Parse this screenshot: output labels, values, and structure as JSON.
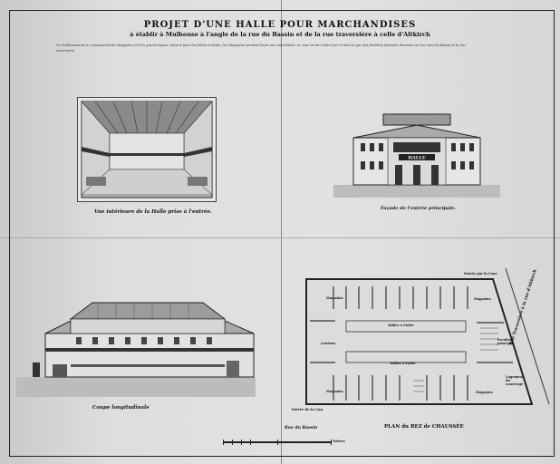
{
  "title": "PROJET D'UNE HALLE POUR MARCHANDISES",
  "subtitle": "à établir à Mulhouse à l'angle de la rue du Bassin et de la rue traversière à celle d'Altkirch",
  "description": "Ce établissement se composerait de Magasins et d'un grand espace couvert pour les tables à étaler; les Magasins seraient loués aux marchands. Le tout serait éclairé par le haut et par des fenêtres latérales donnant sur les rues du Bassin et la rue traversière.",
  "captions": {
    "interior": "Vue intérieure de la Halle prise à l'entrée.",
    "facade": "Façade de l'entrée principale.",
    "section": "Coupe longitudinale",
    "plan": "PLAN du REZ de CHAUSSÉE"
  },
  "facade_sign": "HALLE",
  "plan_labels": {
    "magasins": "Magasins",
    "tables": "Tables à étaler",
    "latrines": "Latrines",
    "entree_cour": "Entrée par la Cour",
    "escalier": "Escalier principal",
    "logement": "Logement du concierge",
    "rue_bassin": "Rue du Bassin",
    "rue_traversiere": "Rue Traversière à la rue d'Altkirch",
    "cour": "Entrée de la Cour"
  },
  "scale_label": "Mètres"
}
